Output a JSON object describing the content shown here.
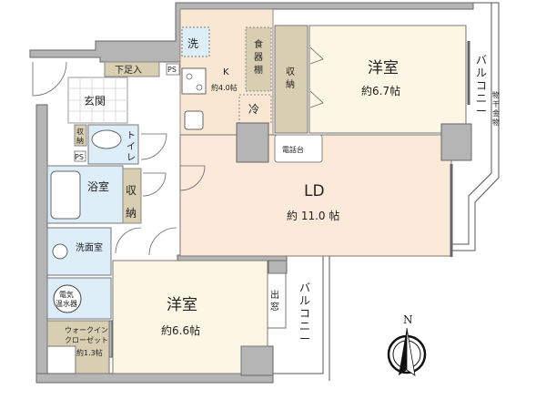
{
  "colors": {
    "wall": "#b5b5b5",
    "kitchen": "#f8e7d2",
    "living": "#fbe9da",
    "bedroom": "#fbf7e4",
    "wet": "#ddeef8",
    "storage": "#d8cfb2"
  },
  "rooms": {
    "laundry": "洗",
    "kitchen": {
      "label": "K",
      "size": "約4.0帖"
    },
    "cupboard": [
      "食",
      "器",
      "棚"
    ],
    "fridge": "冷",
    "storage_top": [
      "収",
      "納"
    ],
    "bedroom_top": {
      "label": "洋室",
      "size": "約6.7帖"
    },
    "phone_stand": "電話台",
    "ld": {
      "label": "LD",
      "size": "約 11.0 帖"
    },
    "shoe_box": "下足入",
    "ps_top": "PS",
    "ps_left": "PS",
    "entrance": "玄関",
    "storage_toilet": [
      "収",
      "納"
    ],
    "toilet": [
      "ト",
      "イ",
      "レ"
    ],
    "bathroom": "浴室",
    "storage_mid": [
      "収",
      "納"
    ],
    "washroom": "洗面室",
    "water_heater": [
      "電気",
      "温水器"
    ],
    "walk_in": {
      "line1": "ウォークイン",
      "line2": "クローゼット",
      "size": "約1.3帖"
    },
    "bedroom_bottom": {
      "label": "洋室",
      "size": "約6.6帖"
    },
    "bay_window": [
      "出",
      "窓"
    ],
    "balcony_right": [
      "バ",
      "ル",
      "コ",
      "ニ",
      "ー"
    ],
    "drying_rack": [
      "物",
      "干",
      "金",
      "物"
    ],
    "balcony_bottom": [
      "バ",
      "ル",
      "コ",
      "ニ",
      "ー"
    ]
  },
  "compass": {
    "north": "N"
  }
}
